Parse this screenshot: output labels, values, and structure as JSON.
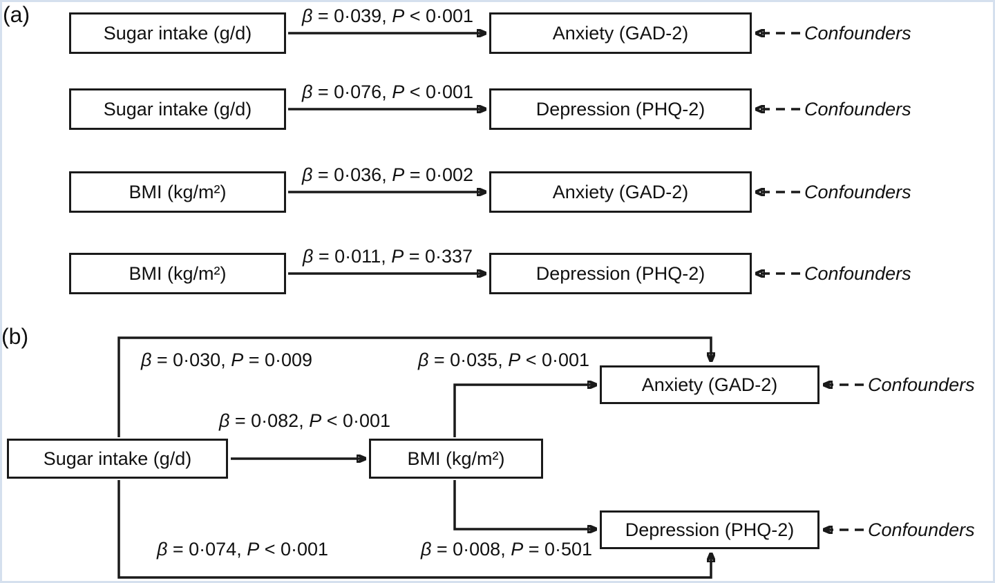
{
  "figure": {
    "panel_a": {
      "label": "(a)",
      "confounders_label": "Confounders",
      "rows": [
        {
          "source": "Sugar intake (g/d)",
          "target": "Anxiety (GAD-2)",
          "stat": [
            [
              "i",
              "β"
            ],
            [
              "t",
              " = 0·039, "
            ],
            [
              "i",
              "P"
            ],
            [
              "t",
              " < 0·001"
            ]
          ]
        },
        {
          "source": "Sugar intake (g/d)",
          "target": "Depression (PHQ-2)",
          "stat": [
            [
              "i",
              "β"
            ],
            [
              "t",
              " = 0·076, "
            ],
            [
              "i",
              "P"
            ],
            [
              "t",
              " < 0·001"
            ]
          ]
        },
        {
          "source": "BMI (kg/m²)",
          "target": "Anxiety (GAD-2)",
          "stat": [
            [
              "i",
              "β"
            ],
            [
              "t",
              " = 0·036, "
            ],
            [
              "i",
              "P"
            ],
            [
              "t",
              " = 0·002"
            ]
          ]
        },
        {
          "source": "BMI (kg/m²)",
          "target": "Depression (PHQ-2)",
          "stat": [
            [
              "i",
              "β"
            ],
            [
              "t",
              " = 0·011, "
            ],
            [
              "i",
              "P"
            ],
            [
              "t",
              " = 0·337"
            ]
          ]
        }
      ]
    },
    "panel_b": {
      "label": "(b)",
      "confounders_label": "Confounders",
      "nodes": {
        "sugar": "Sugar intake (g/d)",
        "bmi": "BMI (kg/m²)",
        "anxiety": "Anxiety (GAD-2)",
        "depression": "Depression (PHQ-2)"
      },
      "paths": {
        "sugar_to_anxiety": [
          [
            "i",
            "β"
          ],
          [
            "t",
            " = 0·030, "
          ],
          [
            "i",
            "P"
          ],
          [
            "t",
            " = 0·009"
          ]
        ],
        "bmi_to_anxiety": [
          [
            "i",
            "β"
          ],
          [
            "t",
            " = 0·035, "
          ],
          [
            "i",
            "P"
          ],
          [
            "t",
            " < 0·001"
          ]
        ],
        "sugar_to_bmi": [
          [
            "i",
            "β"
          ],
          [
            "t",
            " = 0·082, "
          ],
          [
            "i",
            "P"
          ],
          [
            "t",
            " < 0·001"
          ]
        ],
        "sugar_to_depression": [
          [
            "i",
            "β"
          ],
          [
            "t",
            " = 0·074, "
          ],
          [
            "i",
            "P"
          ],
          [
            "t",
            " < 0·001"
          ]
        ],
        "bmi_to_depression": [
          [
            "i",
            "β"
          ],
          [
            "t",
            " = 0·008, "
          ],
          [
            "i",
            "P"
          ],
          [
            "t",
            " = 0·501"
          ]
        ]
      }
    }
  }
}
